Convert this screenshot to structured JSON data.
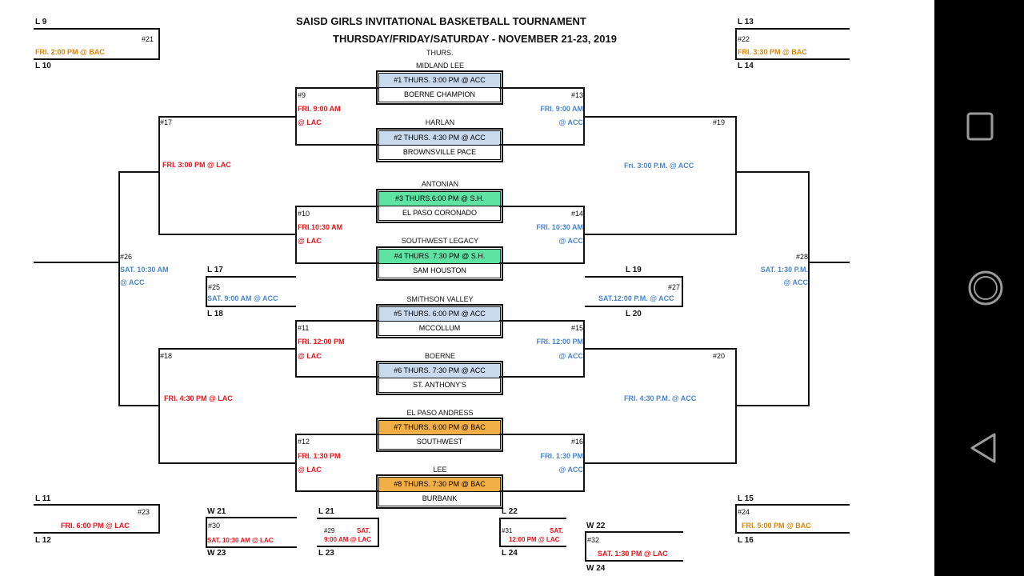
{
  "header": {
    "title": "SAISD GIRLS INVITATIONAL BASKETBALL TOURNAMENT",
    "dates": "THURSDAY/FRIDAY/SATURDAY - NOVEMBER 21-23, 2019",
    "day": "THURS."
  },
  "games": [
    {
      "team_top": "MIDLAND LEE",
      "label": "#1 THURS. 3:00 PM @ ACC",
      "team_bottom": "BOERNE CHAMPION",
      "color": "#c9d9ee"
    },
    {
      "team_top": "HARLAN",
      "label": "#2 THURS. 4:30 PM @ ACC",
      "team_bottom": "BROWNSVILLE PACE",
      "color": "#c9d9ee"
    },
    {
      "team_top": "ANTONIAN",
      "label": "#3  THURS.6:00 PM @ S.H.",
      "team_bottom": "EL PASO CORONADO",
      "color": "#5fe3a3"
    },
    {
      "team_top": "SOUTHWEST LEGACY",
      "label": "#4 THURS. 7:30 PM @ S.H.",
      "team_bottom": "SAM HOUSTON",
      "color": "#5fe3a3"
    },
    {
      "team_top": "SMITHSON VALLEY",
      "label": "#5 THURS. 6:00 PM @ ACC",
      "team_bottom": "MCCOLLUM",
      "color": "#c9d9ee"
    },
    {
      "team_top": "BOERNE",
      "label": "#6 THURS. 7:30 PM @ ACC",
      "team_bottom": "ST. ANTHONY'S",
      "color": "#c9d9ee"
    },
    {
      "team_top": "EL PASO ANDRESS",
      "label": "#7 THURS. 6:00 PM  @ BAC",
      "team_bottom": "SOUTHWEST",
      "color": "#f2ae47"
    },
    {
      "team_top": "LEE",
      "label": "#8 THURS. 7:30 PM @ BAC",
      "team_bottom": "BURBANK",
      "color": "#f2ae47"
    }
  ],
  "left": {
    "g9": {
      "num": "#9",
      "time": "FRI. 9:00 AM",
      "place": "@ LAC"
    },
    "g10": {
      "num": "#10",
      "time": "FRI.10:30 AM",
      "place": "@ LAC"
    },
    "g11": {
      "num": "#11",
      "time": "FRI. 12:00 PM",
      "place": "@ LAC"
    },
    "g12": {
      "num": "#12",
      "time": "FRI. 1:30 PM",
      "place": "@ LAC"
    },
    "g17": {
      "num": "#17",
      "time": "FRI. 3:00 PM @ LAC"
    },
    "g18": {
      "num": "#18",
      "time": "FRI. 4:30 PM @ LAC"
    },
    "g26": {
      "num": "#26",
      "time": "SAT. 10:30 AM",
      "place": "@ ACC"
    }
  },
  "right": {
    "g13": {
      "num": "#13",
      "time": "FRI. 9:00 AM",
      "place": "@ ACC"
    },
    "g14": {
      "num": "#14",
      "time": "FRI. 10:30 AM",
      "place": "@ ACC"
    },
    "g15": {
      "num": "#15",
      "time": "FRI. 12:00 PM",
      "place": "@ ACC"
    },
    "g16": {
      "num": "#16",
      "time": "FRI. 1:30 PM",
      "place": "@ ACC"
    },
    "g19": {
      "num": "#19",
      "time": "Fri. 3:00 P.M.  @ ACC"
    },
    "g20": {
      "num": "#20",
      "time": "FRI. 4:30 P.M. @ ACC"
    },
    "g28": {
      "num": "#28",
      "time": "SAT. 1:30 P.M.",
      "place": "@ ACC"
    }
  },
  "consolation": {
    "g21": {
      "top": "L 9",
      "num": "#21",
      "time": "FRI. 2:00 PM @ BAC",
      "bottom": "L 10"
    },
    "g22": {
      "top": "L 13",
      "num": "#22",
      "time": "FRI. 3:30 PM @ BAC",
      "bottom": "L 14"
    },
    "g23": {
      "top": "L 11",
      "num": "#23",
      "time": "FRI. 6:00 PM @ LAC",
      "bottom": "L 12"
    },
    "g24": {
      "top": "L 15",
      "num": "#24",
      "time": "FRI. 5:00 PM @ BAC",
      "bottom": "L 16"
    },
    "g25": {
      "top": "L 17",
      "num": "#25",
      "time": "SAT. 9:00  AM @ ACC",
      "bottom": "L 18"
    },
    "g27": {
      "top": "L 19",
      "num": "#27",
      "time": "SAT.12:00  P.M. @ ACC",
      "bottom": "L 20"
    },
    "g30": {
      "top": "W 21",
      "num": "#30",
      "time": "SAT. 10:30 AM @ LAC",
      "bottom": "W 23"
    },
    "g29": {
      "top": "L 21",
      "num": "#29",
      "time_a": "SAT.",
      "time_b": "9:00 AM @ LAC",
      "bottom": "L 23"
    },
    "g31": {
      "top": "L 22",
      "num": "#31",
      "time_a": "SAT.",
      "time_b": "12:00 PM @ LAC",
      "bottom": "L 24"
    },
    "g32": {
      "top": "W 22",
      "num": "#32",
      "time": "SAT. 1:30 PM @ LAC",
      "bottom": "W 24"
    }
  },
  "nav": {
    "icons": [
      "recents-icon",
      "home-icon",
      "back-icon"
    ]
  }
}
